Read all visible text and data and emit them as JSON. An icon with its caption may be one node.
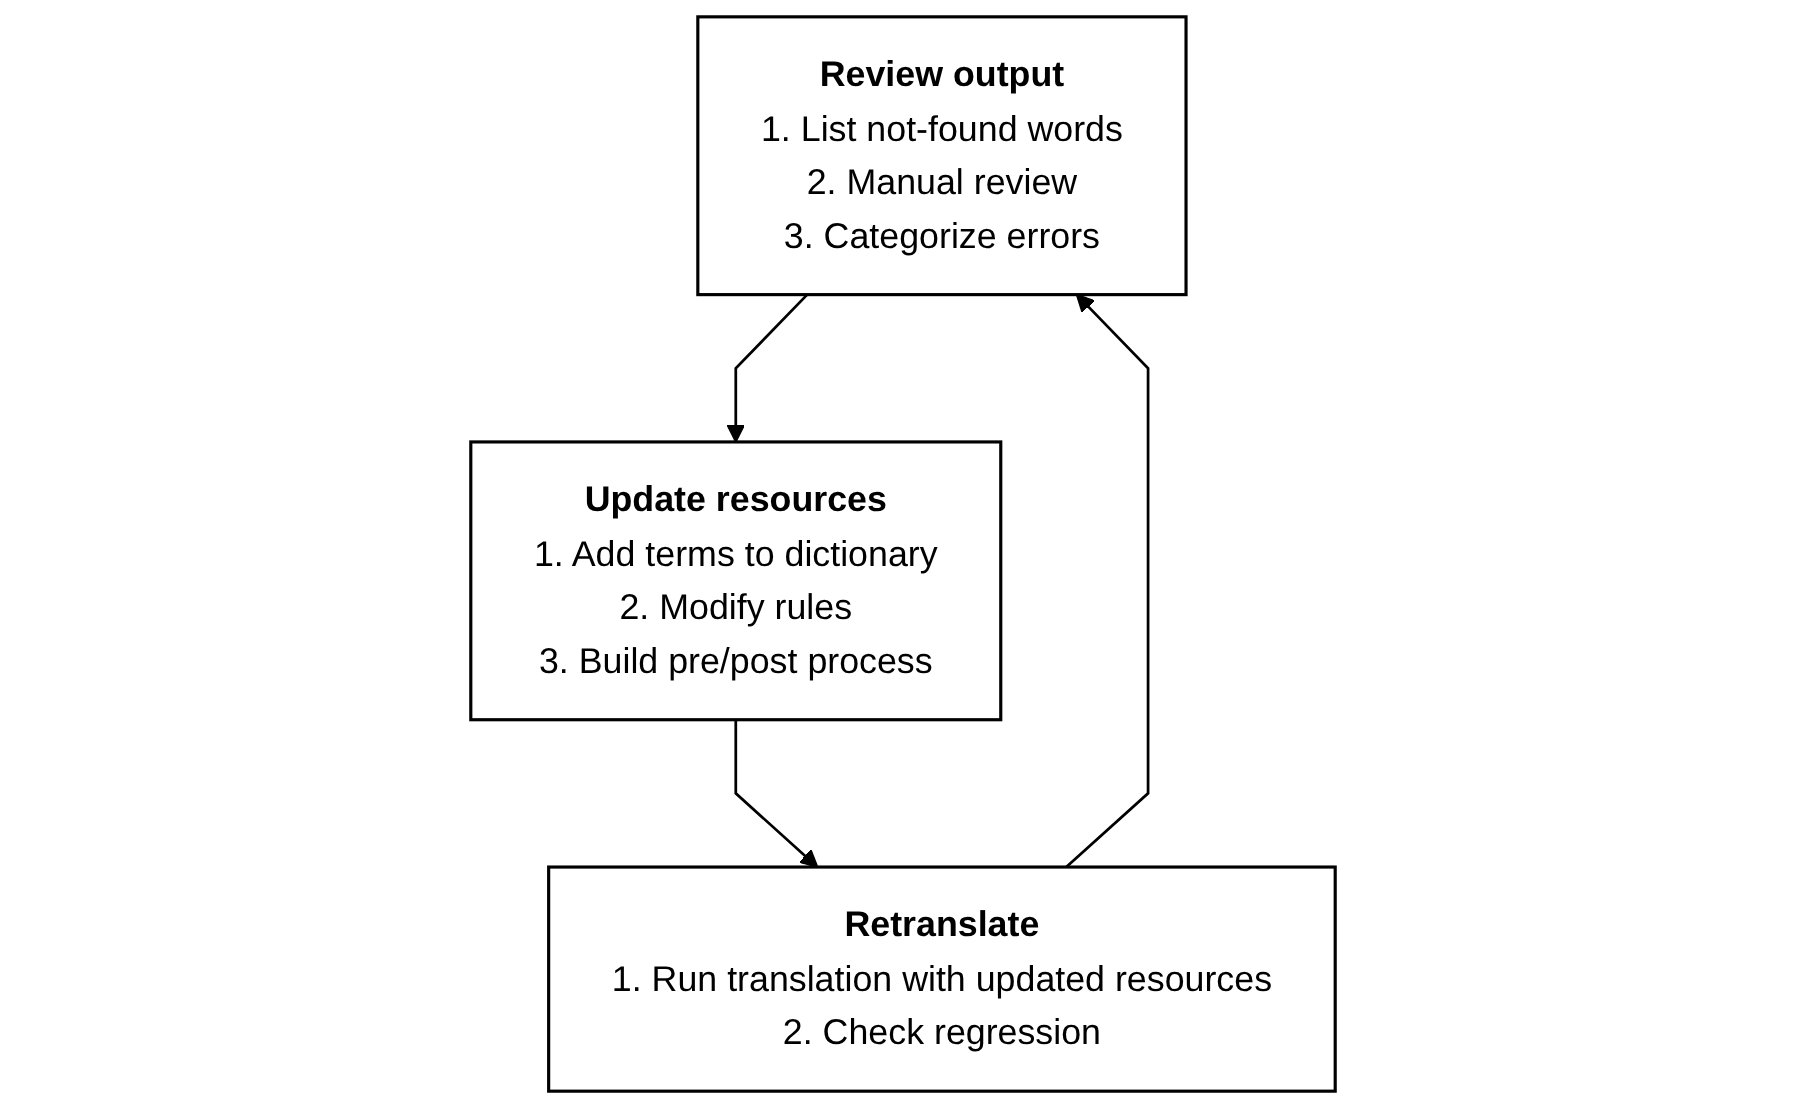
{
  "diagram": {
    "nodes": [
      {
        "text": [
          "Review output",
          "1. List not-found words",
          "2. Manual review",
          "3. Categorize errors"
        ]
      },
      {
        "text": [
          "Retranslate",
          "1. Run translation with updated resources",
          "2. Check regression"
        ]
      },
      {
        "text": [
          "Update resources",
          "1. Add terms to dictionary",
          "2. Modify rules",
          "3. Build pre/post process"
        ]
      }
    ],
    "edges": [
      {
        "from": 0,
        "to": 2,
        "arrow": "to"
      },
      {
        "from": 2,
        "to": 1,
        "arrow": "to"
      },
      {
        "from": 1,
        "to": 0,
        "arrow": "to"
      }
    ]
  }
}
